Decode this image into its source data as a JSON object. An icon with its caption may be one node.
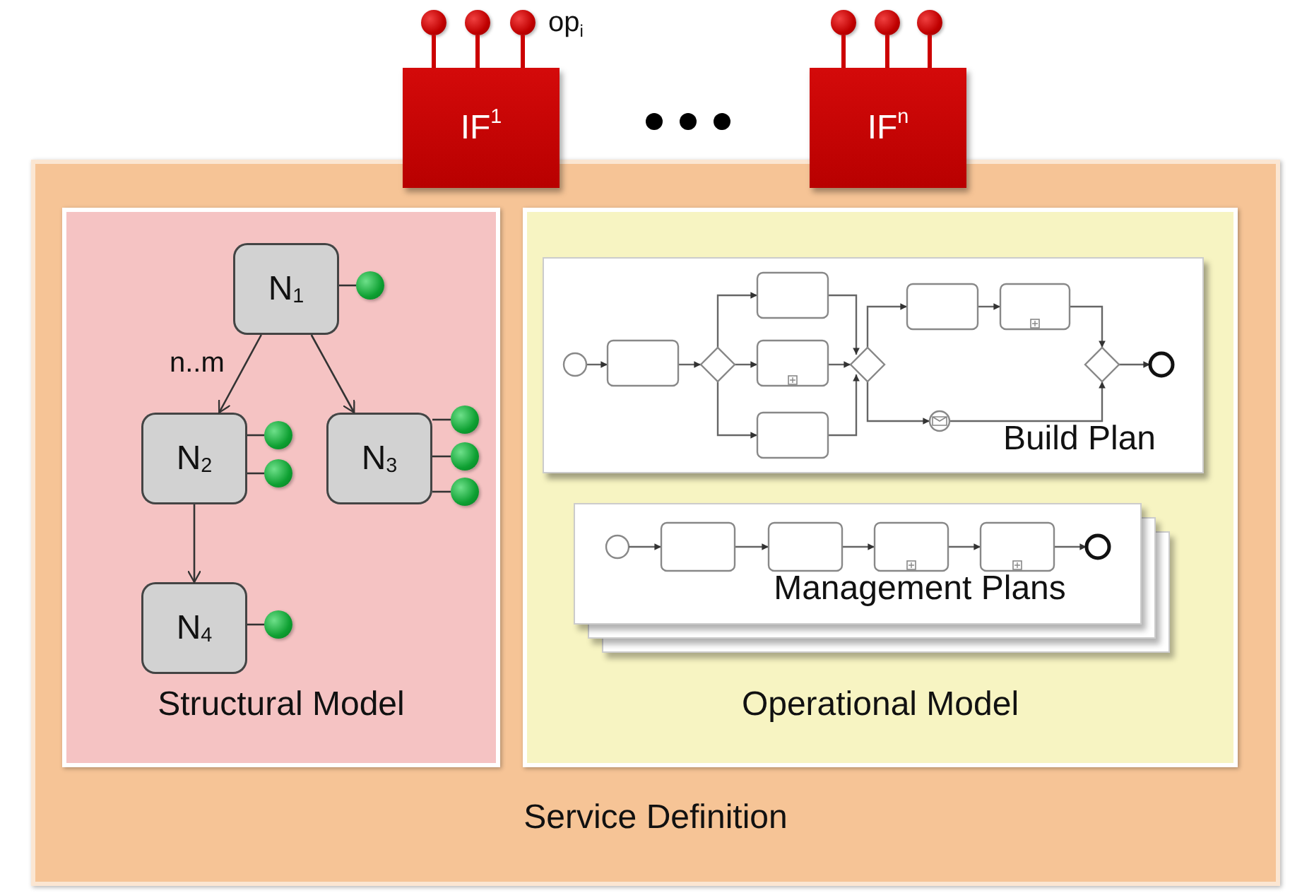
{
  "diagram": {
    "nodes": [
      {
        "text": [
          "IF$^{1}$"
        ]
      },
      {
        "text": [
          "IF$^{n}$"
        ]
      },
      {
        "text": [
          "Service Definition"
        ]
      },
      {
        "text": [
          "Structural Model"
        ],
        "in": 2
      },
      {
        "text": [
          "N$_{1}$"
        ],
        "in": 3
      },
      {
        "text": [
          "N$_{2}$"
        ],
        "in": 3
      },
      {
        "text": [
          "N$_{3}$"
        ],
        "in": 3
      },
      {
        "text": [
          "N$_{4}$"
        ],
        "in": 3
      },
      {
        "text": [
          "Operational Model"
        ],
        "in": 2
      },
      {
        "text": [
          "Build Plan"
        ],
        "in": 8
      },
      {
        "text": [
          "Management Plans"
        ],
        "in": 8
      },
      {
        "text": [],
        "shape": "circle"
      },
      {
        "text": [],
        "shape": "circle"
      },
      {
        "text": [],
        "shape": "circle"
      },
      {
        "text": [],
        "shape": "circle"
      },
      {
        "text": [],
        "shape": "circle"
      },
      {
        "text": [],
        "shape": "circle"
      },
      {
        "text": [],
        "shape": "circle",
        "in": 3
      },
      {
        "text": [],
        "shape": "circle",
        "in": 3
      },
      {
        "text": [],
        "shape": "circle",
        "in": 3
      },
      {
        "text": [],
        "shape": "circle",
        "in": 3
      },
      {
        "text": [],
        "shape": "circle",
        "in": 3
      },
      {
        "text": [],
        "shape": "circle",
        "in": 3
      },
      {
        "text": [],
        "shape": "circle",
        "in": 3
      }
    ],
    "edges": [
      {
        "from": 4,
        "to": 5,
        "arrow": "to",
        "label": "n..m"
      },
      {
        "from": 4,
        "to": 6,
        "arrow": "to"
      },
      {
        "from": 5,
        "to": 7,
        "arrow": "to"
      },
      {
        "from": 0,
        "to": 11,
        "arrow": "none",
        "style": "thick",
        "color": "#cc0000"
      },
      {
        "from": 0,
        "to": 12,
        "arrow": "none",
        "style": "thick",
        "color": "#cc0000"
      },
      {
        "from": 0,
        "to": 13,
        "arrow": "none",
        "style": "thick",
        "color": "#cc0000"
      },
      {
        "from": 1,
        "to": 14,
        "arrow": "none",
        "style": "thick",
        "color": "#cc0000"
      },
      {
        "from": 1,
        "to": 15,
        "arrow": "none",
        "style": "thick",
        "color": "#cc0000"
      },
      {
        "from": 1,
        "to": 16,
        "arrow": "none",
        "style": "thick",
        "color": "#cc0000"
      },
      {
        "from": 4,
        "to": 17,
        "arrow": "none"
      },
      {
        "from": 5,
        "to": 18,
        "arrow": "none"
      },
      {
        "from": 5,
        "to": 19,
        "arrow": "none"
      },
      {
        "from": 6,
        "to": 20,
        "arrow": "none"
      },
      {
        "from": 6,
        "to": 21,
        "arrow": "none"
      },
      {
        "from": 6,
        "to": 22,
        "arrow": "none"
      },
      {
        "from": 7,
        "to": 23,
        "arrow": "none"
      }
    ],
    "labels": [
      "op$_{i}$"
    ]
  }
}
